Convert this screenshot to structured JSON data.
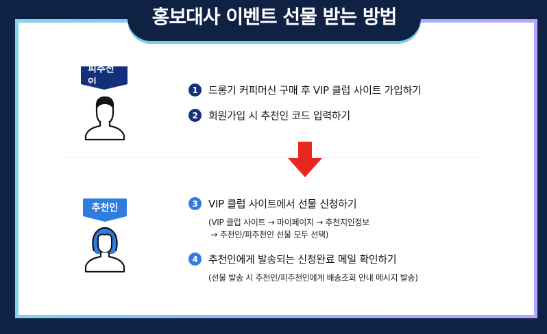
{
  "title": "홍보대사 이벤트 선물 받는 방법",
  "colors": {
    "background": "#0f2244",
    "navy": "#13317a",
    "blue": "#2f7de0",
    "arrow": "#e8281e"
  },
  "section1": {
    "badge": "피추천인",
    "icon": "person-outline-icon",
    "steps": [
      {
        "num": "1",
        "text": "드롱기 커피머신 구매 후 VIP 클럽 사이트 가입하기"
      },
      {
        "num": "2",
        "text": "회원가입 시 추천인 코드 입력하기"
      }
    ]
  },
  "arrow_icon": "arrow-down-icon",
  "section2": {
    "badge": "추천인",
    "icon": "person-female-outline-icon",
    "steps": [
      {
        "num": "3",
        "text": "VIP 클럽 사이트에서 선물 신청하기",
        "note_lines": [
          "(VIP 클럽 사이트 → 마이페이지 → 추천지인정보",
          " → 추천인/피추천인 선물 모두 선택)"
        ]
      },
      {
        "num": "4",
        "text": "추천인에게 발송되는 신청완료 메일 확인하기",
        "note_lines": [
          "(선물 발송 시 추천인/피추천인에게 배송조회 안내 메시지 발송)"
        ]
      }
    ]
  }
}
